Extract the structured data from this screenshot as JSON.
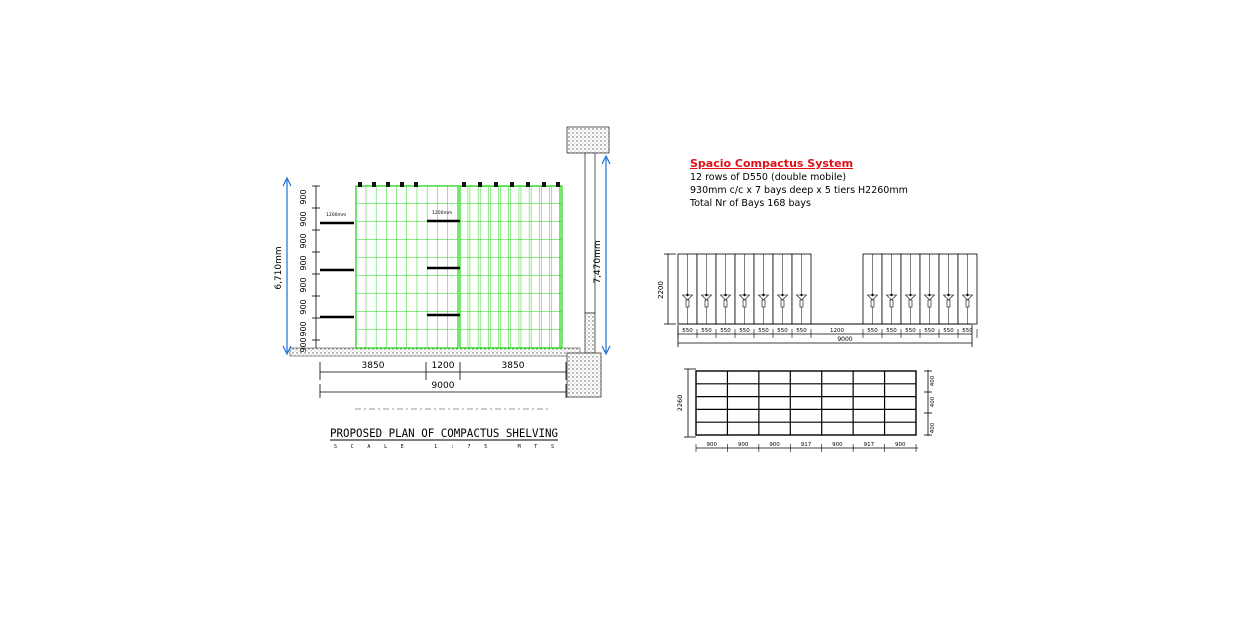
{
  "colors": {
    "shelf": "#23d418",
    "dim_blue": "#1d6fd8",
    "title_red": "#e0101a"
  },
  "plan": {
    "title": "PROPOSED PLAN OF COMPACTUS SHELVING",
    "scale": "SCALE 1:75 MTS",
    "row_dims": [
      "900",
      "900",
      "900",
      "900",
      "900",
      "900",
      "900",
      "900"
    ],
    "overall_height": "6,710mm",
    "right_height": "7,470mm",
    "aisle_label_left": "1200mm",
    "aisle_label_right": "1200mm",
    "bottom_dims": [
      "3850",
      "1200",
      "3850"
    ],
    "total_width": "9000"
  },
  "spec": {
    "title": "Spacio Compactus System",
    "lines": [
      "12 rows of D550 (double mobile)",
      "930mm c/c x 7 bays deep x 5 tiers H2260mm",
      "Total Nr of Bays 168 bays"
    ]
  },
  "side_view": {
    "height": "2200",
    "bay_dims": [
      "550",
      "550",
      "550",
      "550",
      "550",
      "550",
      "550",
      "1200",
      "550",
      "550",
      "550",
      "550",
      "550",
      "550"
    ],
    "total": "9000"
  },
  "front_view": {
    "height": "2260",
    "tier_dims": [
      "400",
      "400",
      "400"
    ],
    "bay_dims": [
      "900",
      "900",
      "900",
      "917",
      "900",
      "917",
      "900"
    ]
  }
}
